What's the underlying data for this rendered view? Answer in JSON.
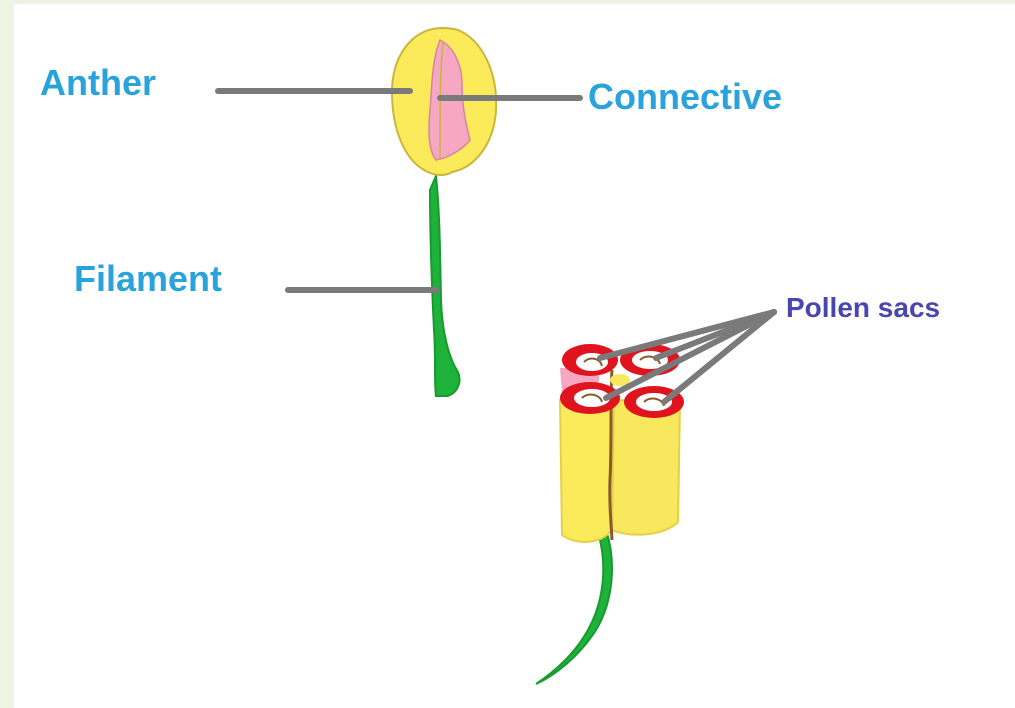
{
  "labels": {
    "anther": "Anther",
    "connective": "Connective",
    "filament": "Filament",
    "pollen_sacs": "Pollen sacs"
  },
  "colors": {
    "label_blue": "#2aa3dc",
    "label_purple": "#4a46b0",
    "leader_line": "#7a7a7a",
    "anther_yellow": "#fbeb5a",
    "connective_pink": "#f6a8c2",
    "filament_green": "#1fb23a",
    "sac_red": "#e0141e",
    "sac_outline_brown": "#8a5a2a"
  }
}
